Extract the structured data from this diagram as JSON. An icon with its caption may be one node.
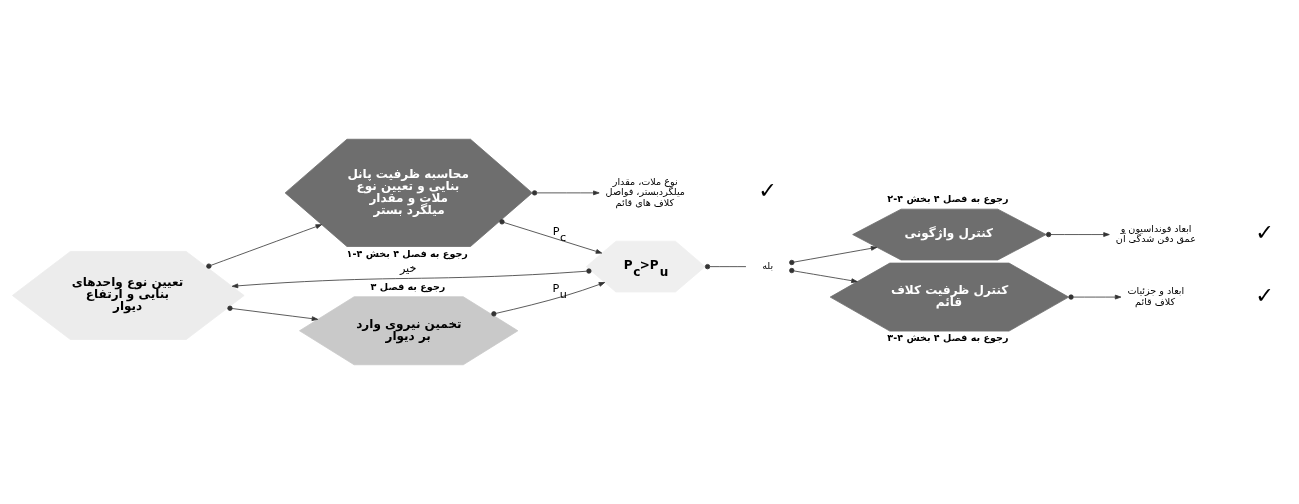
{
  "diagram": {
    "nodes": [
      {
        "text": [
          "تعیین نوع واحدهای بنایی و ارتفاع دیوار"
        ]
      },
      {
        "text": [
          "تخمین نیروی وارد بر دیوار"
        ],
        "beside": [
          "رجوع به فصل ۳"
        ]
      },
      {
        "text": [
          "محاسبه ظرفیت پانل بنایی و تعیین نوع ملات و مقدار میلگرد بستر"
        ],
        "beside": [
          "رجوع به فصل ۴ بخش ۴-۱"
        ]
      },
      {
        "text": [
          "P$_{c}$>P$_{u}$"
        ]
      },
      {
        "text": [
          "کنترل واژگونی"
        ],
        "beside": [
          "رجوع به فصل ۴ بخش ۴-۲"
        ]
      },
      {
        "text": [
          "کنترل ظرفیت کلاف قائم"
        ],
        "beside": [
          "رجوع به فصل ۴ بخش ۴-۳"
        ]
      },
      {
        "text": [
          "ابعاد فونداسیون و عمق دفن شدگی آن"
        ]
      },
      {
        "text": [
          "نوع ملات، مقدار میلگردبستر، فواصل کلاف های قائم"
        ]
      },
      {
        "text": [
          "ابعاد و جزئیات کلاف قائم"
        ]
      },
      {
        "text": [
          "بله"
        ]
      }
    ],
    "edges": [
      {
        "from": 0,
        "to": 1,
        "arrow": "to"
      },
      {
        "from": 0,
        "to": 2,
        "arrow": "to"
      },
      {
        "from": 1,
        "to": 3,
        "arrow": "to",
        "label": "P$_{u}$"
      },
      {
        "from": 2,
        "to": 3,
        "arrow": "to",
        "label": "P$_{c}$"
      },
      {
        "from": 3,
        "to": 0,
        "arrow": "to",
        "label": "خیر"
      },
      {
        "from": 3,
        "to": 9,
        "arrow": "other"
      },
      {
        "from": 9,
        "to": 4,
        "arrow": "to"
      },
      {
        "from": 9,
        "to": 5,
        "arrow": "to"
      },
      {
        "from": 2,
        "to": 7,
        "arrow": "to"
      },
      {
        "from": 4,
        "to": 6,
        "arrow": "to"
      },
      {
        "from": 5,
        "to": 8,
        "arrow": "to"
      }
    ],
    "labels": [
      "✓",
      "✓",
      "✓"
    ]
  }
}
